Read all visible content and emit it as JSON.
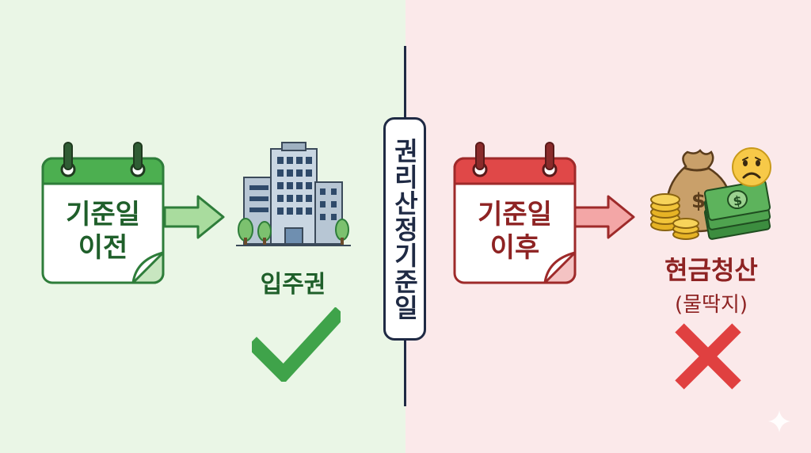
{
  "center": {
    "label": "권리산정기준일"
  },
  "left": {
    "calendar_line1": "기준일",
    "calendar_line2": "이전",
    "result": "입주권",
    "accent": "#3e9c4a"
  },
  "right": {
    "calendar_line1": "기준일",
    "calendar_line2": "이후",
    "result": "현금청산",
    "result_sub": "(물딱지)",
    "accent": "#d63d3d"
  },
  "icons": {
    "left_calendar": "calendar-icon",
    "building": "apartment-building-icon",
    "check": "check-mark-icon",
    "right_calendar": "calendar-icon",
    "money": "money-bag-icon",
    "emoji": "sad-face-icon",
    "cross": "x-mark-icon"
  }
}
